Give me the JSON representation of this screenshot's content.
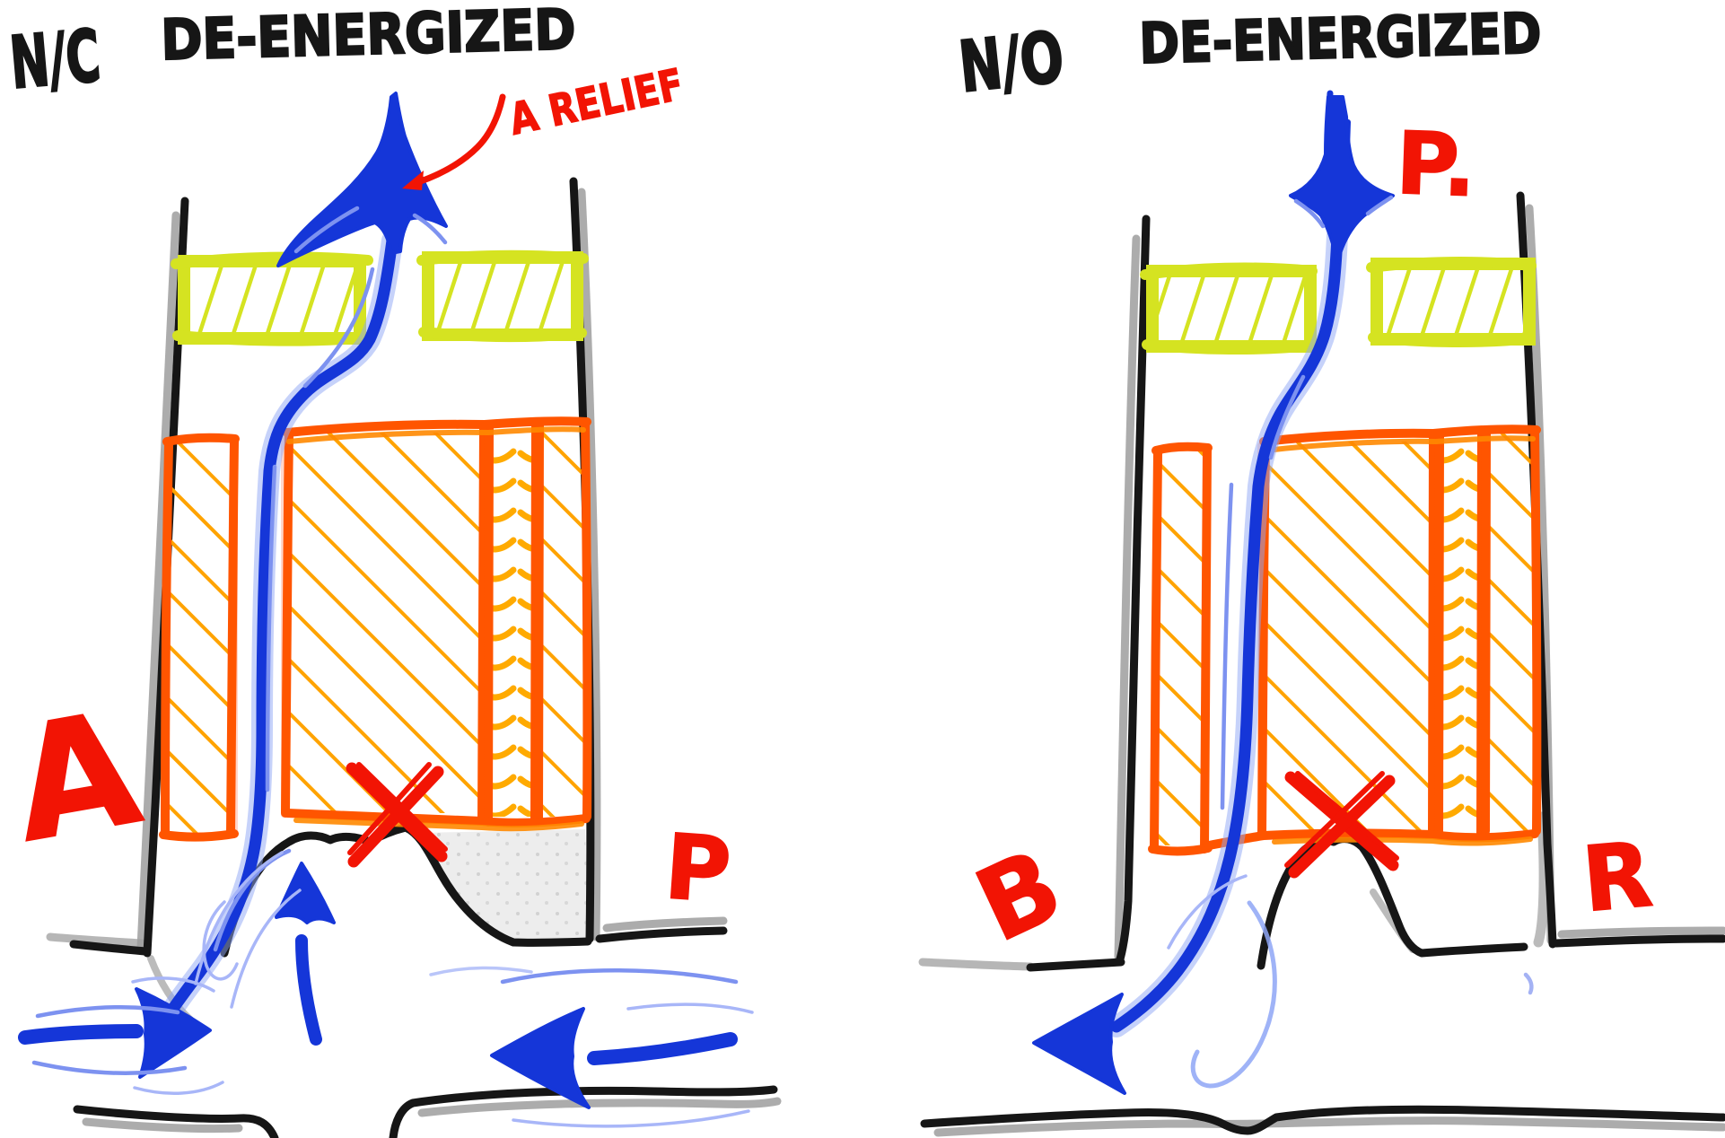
{
  "diagram": {
    "left_valve": {
      "type": "N/C",
      "state": "DE-ENERGIZED",
      "relief_annotation": "A RELIEF",
      "port_left": "A",
      "port_right": "P"
    },
    "right_valve": {
      "type": "N/O",
      "state": "DE-ENERGIZED",
      "inlet": "P.",
      "port_left": "B",
      "port_right": "R"
    },
    "colors": {
      "ink": "#161616",
      "shadow_gray": "#9e9e9e",
      "coil_border_orange": "#ff5500",
      "coil_hatch_orange": "#ffa300",
      "retainer_yellow_green": "#d5e321",
      "flow_blue": "#1536d8",
      "flow_blue_light": "#7d92f0",
      "annotation_red": "#f21404",
      "background": "#ffffff"
    }
  }
}
